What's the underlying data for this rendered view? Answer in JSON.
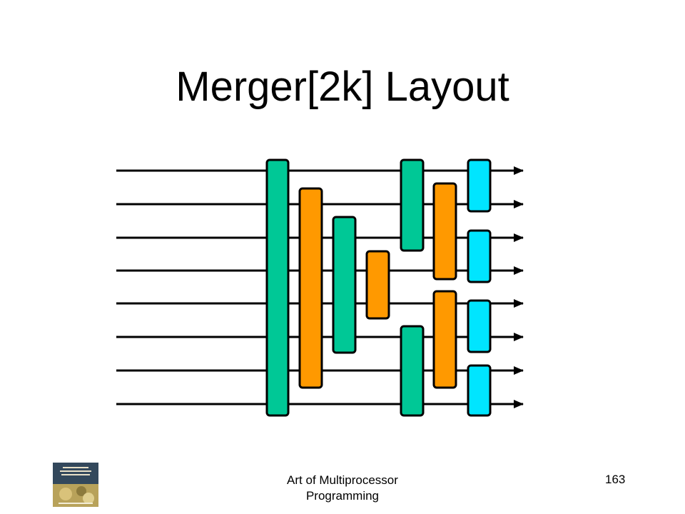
{
  "slide": {
    "title": "Merger[2k] Layout"
  },
  "footer": {
    "book_title": "Art of Multiprocessor Programming",
    "page_number": "163"
  },
  "colors": {
    "comparator_green": "#00c896",
    "comparator_orange": "#ff9900",
    "comparator_cyan": "#00e5ff",
    "wire": "#000000"
  },
  "icons": {
    "book_cover": "book-cover-icon",
    "arrowhead": "arrowhead-icon"
  }
}
